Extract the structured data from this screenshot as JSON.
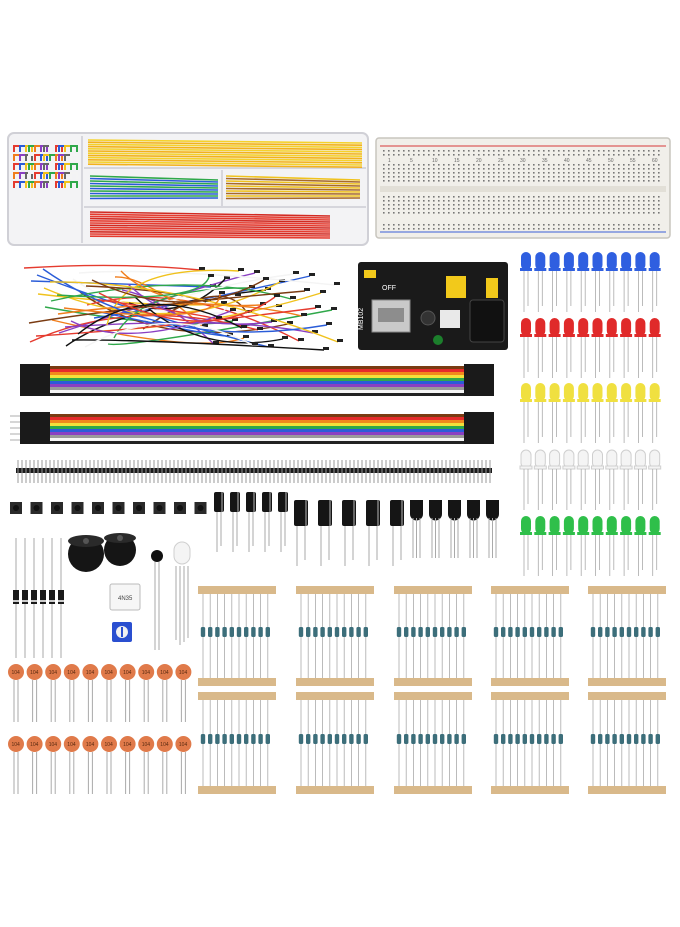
{
  "product": {
    "breadboard_numbers": [
      "1",
      "5",
      "10",
      "15",
      "20",
      "25",
      "30",
      "35",
      "40",
      "45",
      "50",
      "55",
      "60"
    ],
    "power_module_label": "MB102",
    "power_module_switch_text": "OFF",
    "optocoupler_label": "4N35",
    "ceramic_cap_code": "104"
  },
  "colors": {
    "background": "#ffffff",
    "led_rows": [
      "#2f5fe0",
      "#e02a2a",
      "#f0e040",
      "#f4f4f4",
      "#2fbf4a"
    ],
    "ribbon_bands": [
      "#7a3b12",
      "#e52b2b",
      "#f08a1c",
      "#f3e13a",
      "#2fa84a",
      "#2c5bd8",
      "#8a3fc2",
      "#9a9a9a",
      "#f5f5f5",
      "#222222"
    ],
    "resistor_tape": "#d9b98a",
    "resistor_body": "#3c6e7a",
    "ceramic_cap": "#e07a4a",
    "pcb_black": "#1a1a1a"
  },
  "items": {
    "jumper_wire_box": "jumper-wire-kit",
    "breadboard": "830-point-breadboard",
    "dupont_wires": "dupont-jumper-bundle",
    "power_module": "breadboard-power-supply",
    "ribbon_cables": "rainbow-ribbon-cables",
    "pin_headers": "male-pin-headers",
    "push_buttons": "tactile-push-buttons",
    "capacitors": "electrolytic-capacitors",
    "transistors": "to92-transistors",
    "diodes": "rectifier-diodes",
    "buzzers": "piezo-buzzers",
    "resistor_packs": "resistor-packs",
    "leds": "5mm-leds"
  }
}
